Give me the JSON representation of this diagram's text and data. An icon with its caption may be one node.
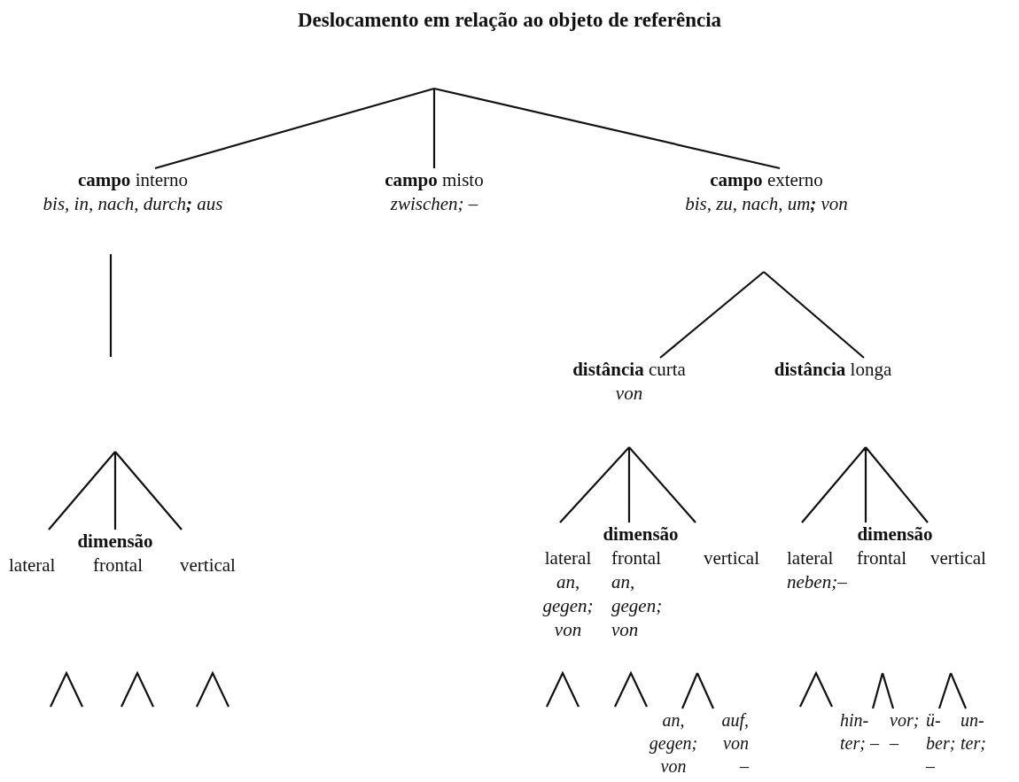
{
  "diagram": {
    "nodes": [
      {
        "text": [
          "Deslocamento em relação ao objeto de referência"
        ]
      },
      {
        "text": [
          "**campo** interno",
          "bis, in, nach, durch**;** aus"
        ]
      },
      {
        "text": [
          "**campo** misto",
          "zwischen; –"
        ]
      },
      {
        "text": [
          "**campo** externo",
          "bis, zu, nach, um**;** von"
        ]
      },
      {
        "text": [
          "dimensão"
        ]
      },
      {
        "text": [
          "lateral"
        ],
        "in": 4
      },
      {
        "text": [
          "frontal"
        ],
        "in": 4
      },
      {
        "text": [
          "vertical"
        ],
        "in": 4
      },
      {
        "text": [
          "**distância** curta",
          "von"
        ]
      },
      {
        "text": [
          "**distância** longa"
        ]
      },
      {
        "text": [
          "dimensão"
        ]
      },
      {
        "text": [
          "lateral",
          "an, gegen; von"
        ],
        "in": 10
      },
      {
        "text": [
          "frontal",
          "an, gegen; von"
        ],
        "in": 10
      },
      {
        "text": [
          "vertical"
        ],
        "in": 10
      },
      {
        "text": [
          "dimensão"
        ]
      },
      {
        "text": [
          "lateral",
          "neben;–"
        ],
        "in": 14
      },
      {
        "text": [
          "frontal"
        ],
        "in": 14
      },
      {
        "text": [
          "vertical"
        ],
        "in": 14
      },
      {
        "text": [
          "an, gegen; von"
        ]
      },
      {
        "text": [
          "auf, von –"
        ]
      },
      {
        "text": [
          "hin- ter; –"
        ]
      },
      {
        "text": [
          "vor; –"
        ]
      },
      {
        "text": [
          "ü- ber; –"
        ]
      },
      {
        "text": [
          "un- ter;"
        ]
      }
    ],
    "edges": [
      {
        "from": 0,
        "to": 1,
        "arrow": "none"
      },
      {
        "from": 0,
        "to": 2,
        "arrow": "none"
      },
      {
        "from": 0,
        "to": 3,
        "arrow": "none"
      },
      {
        "from": 1,
        "to": null,
        "arrow": "none"
      },
      {
        "from": null,
        "to": 4,
        "arrow": "none"
      },
      {
        "from": 3,
        "to": 8,
        "arrow": "none"
      },
      {
        "from": 3,
        "to": 9,
        "arrow": "none"
      },
      {
        "from": null,
        "to": 10,
        "arrow": "none"
      },
      {
        "from": null,
        "to": 14,
        "arrow": "none"
      },
      {
        "from": null,
        "to": 18,
        "arrow": "none"
      },
      {
        "from": null,
        "to": 19,
        "arrow": "none"
      },
      {
        "from": null,
        "to": 20,
        "arrow": "none"
      },
      {
        "from": null,
        "to": 21,
        "arrow": "none"
      },
      {
        "from": null,
        "to": 22,
        "arrow": "none"
      },
      {
        "from": null,
        "to": 23,
        "arrow": "none"
      }
    ]
  }
}
